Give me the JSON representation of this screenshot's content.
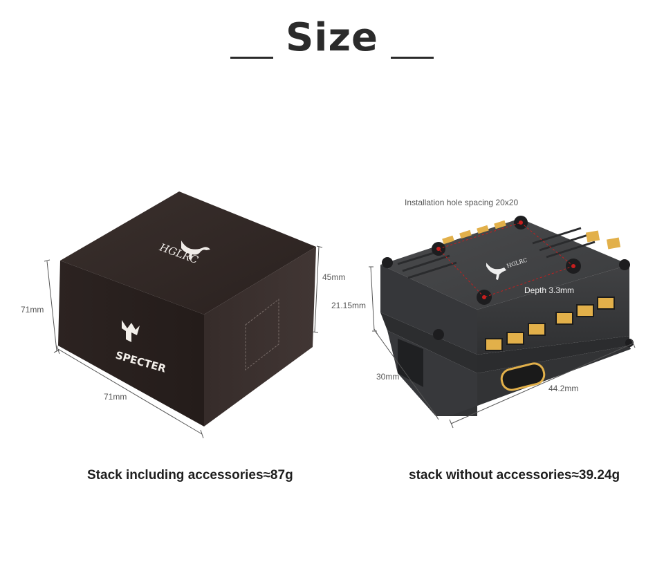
{
  "header": {
    "title": "Size"
  },
  "box": {
    "brand": "HGLRC",
    "product": "SPECTER",
    "dims": {
      "height": "71mm",
      "width": "71mm",
      "depth": "45mm"
    }
  },
  "stack": {
    "brand": "HGLRC",
    "hole_spacing": "Installation hole spacing 20x20",
    "depth_label": "Depth 3.3mm",
    "dims": {
      "height": "21.15mm",
      "width": "30mm",
      "length": "44.2mm"
    }
  },
  "captions": {
    "left": "Stack including accessories≈87g",
    "right": "stack without accessories≈39.24g"
  },
  "colors": {
    "box": "#2e2523",
    "stack": "#3d3e40",
    "pads": "#e2b04a",
    "accent_red": "#c81e1e"
  }
}
